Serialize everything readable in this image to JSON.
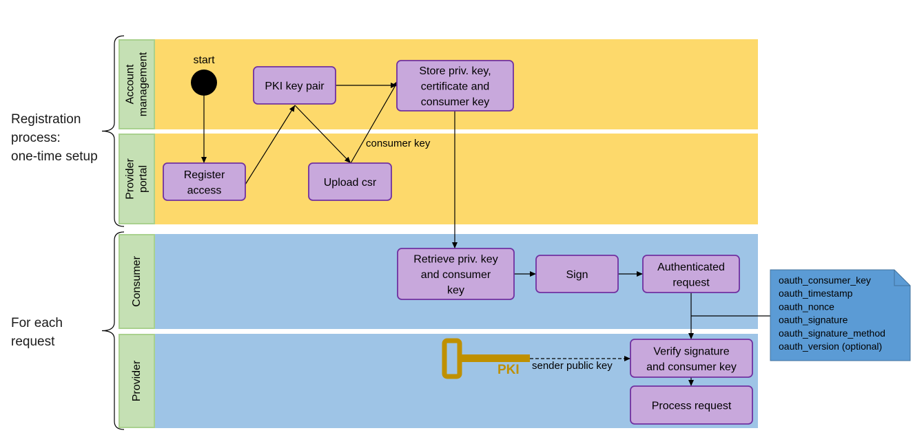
{
  "groups": {
    "registration": "Registration\nprocess:\none-time setup",
    "per_request": "For each\nrequest"
  },
  "lanes": {
    "account_management": [
      "Account",
      "management"
    ],
    "provider_portal": [
      "Provider",
      "portal"
    ],
    "consumer": [
      "Consumer"
    ],
    "provider": [
      "Provider"
    ]
  },
  "nodes": {
    "start": "start",
    "register_access": [
      "Register",
      "access"
    ],
    "pki_key_pair": [
      "PKI key pair"
    ],
    "upload_csr": [
      "Upload csr"
    ],
    "store_keys": [
      "Store priv. key,",
      "certificate and",
      "consumer key"
    ],
    "retrieve_keys": [
      "Retrieve priv. key",
      "and consumer",
      "key"
    ],
    "sign": [
      "Sign"
    ],
    "authenticated_request": [
      "Authenticated",
      "request"
    ],
    "verify_signature": [
      "Verify signature",
      "and consumer key"
    ],
    "process_request": [
      "Process request"
    ]
  },
  "edge_labels": {
    "consumer_key": "consumer key",
    "sender_public_key": "sender public key"
  },
  "key_label": "PKI",
  "note_lines": [
    "oauth_consumer_key",
    "oauth_timestamp",
    "oauth_nonce",
    "oauth_signature",
    "oauth_signature_method",
    "oauth_version (optional)"
  ],
  "colors": {
    "lane_yellow": "#fdd96b",
    "lane_blue": "#9ec4e6",
    "lane_header": "#c5e0b4",
    "lane_header_border": "#a9d18e",
    "node_fill": "#c8a8dc",
    "node_border": "#7030a0",
    "note_fill": "#5b9bd5",
    "key_gold": "#bf9000"
  }
}
